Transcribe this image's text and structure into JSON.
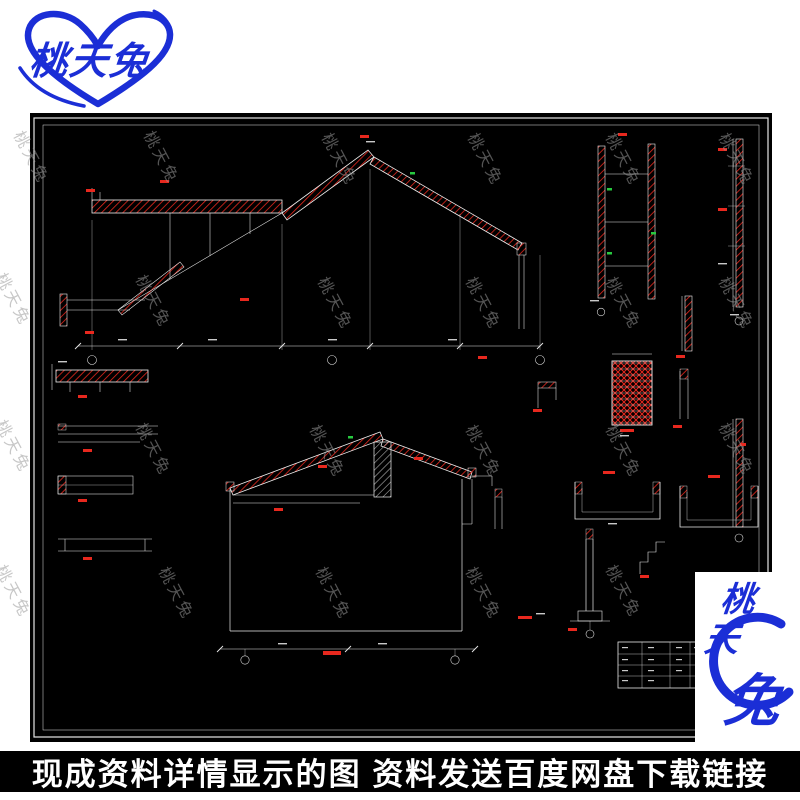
{
  "brand": {
    "name": "桃天兔",
    "chars": [
      "桃",
      "天",
      "兔"
    ]
  },
  "watermark": {
    "text": "桃天兔"
  },
  "banner": {
    "text": "现成资料详情显示的图 资料发送百度网盘下载链接"
  },
  "colors": {
    "brand_blue": "#1b2ed6",
    "cad_line_white": "#e9e9e9",
    "cad_accent_red": "#e8281e",
    "cad_accent_green": "#27c93f",
    "drawing_bg": "#000000",
    "banner_bg": "#000000",
    "banner_text": "#ffffff",
    "watermark_gray": "#9a9a9a"
  }
}
